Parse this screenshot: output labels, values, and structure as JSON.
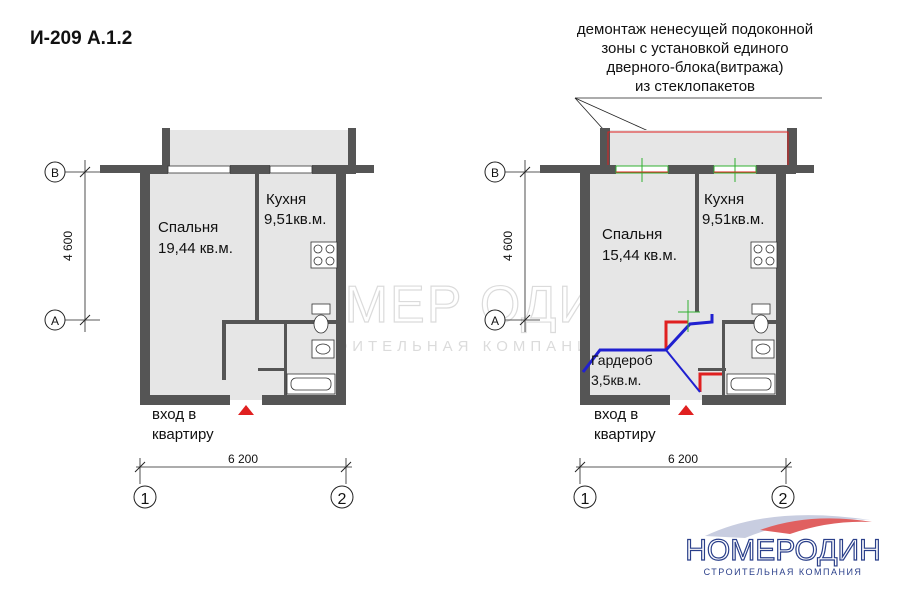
{
  "title": "И-209 А.1.2",
  "annotation": {
    "lines": [
      "демонтаж ненесущей подоконной",
      "зоны с установкой единого",
      "дверного-блока(витража)",
      "из стеклопакетов"
    ]
  },
  "watermark": {
    "text": "НОМЕР ОДИН",
    "subtext": "СТРОИТЕЛЬНАЯ КОМПАНИЯ"
  },
  "logo": {
    "text": "НОМЕРОДИН",
    "subtext": "СТРОИТЕЛЬНАЯ КОМПАНИЯ"
  },
  "plans": [
    {
      "id": "before",
      "axis_rows": [
        "В",
        "А"
      ],
      "axis_cols": [
        "1",
        "2"
      ],
      "dim_vertical": "4 600",
      "dim_horizontal": "6 200",
      "rooms": [
        {
          "name": "Спальня",
          "area": "19,44 кв.м."
        },
        {
          "name": "Кухня",
          "area": "9,51кв.м."
        }
      ],
      "entrance": [
        "вход в",
        "квартиру"
      ]
    },
    {
      "id": "after",
      "axis_rows": [
        "В",
        "А"
      ],
      "axis_cols": [
        "1",
        "2"
      ],
      "dim_vertical": "4 600",
      "dim_horizontal": "6 200",
      "rooms": [
        {
          "name": "Спальня",
          "area": "15,44 кв.м."
        },
        {
          "name": "Кухня",
          "area": "9,51кв.м."
        },
        {
          "name": "Гардероб",
          "area": "3,5кв.м."
        }
      ],
      "entrance": [
        "вход в",
        "квартиру"
      ]
    }
  ],
  "colors": {
    "wall": "#555555",
    "floor": "#e6e6e6",
    "line": "#222222",
    "demolish": "#e02020",
    "new_partition": "#2020d0",
    "entry_marker": "#e02020",
    "glazing": "#30b030"
  }
}
